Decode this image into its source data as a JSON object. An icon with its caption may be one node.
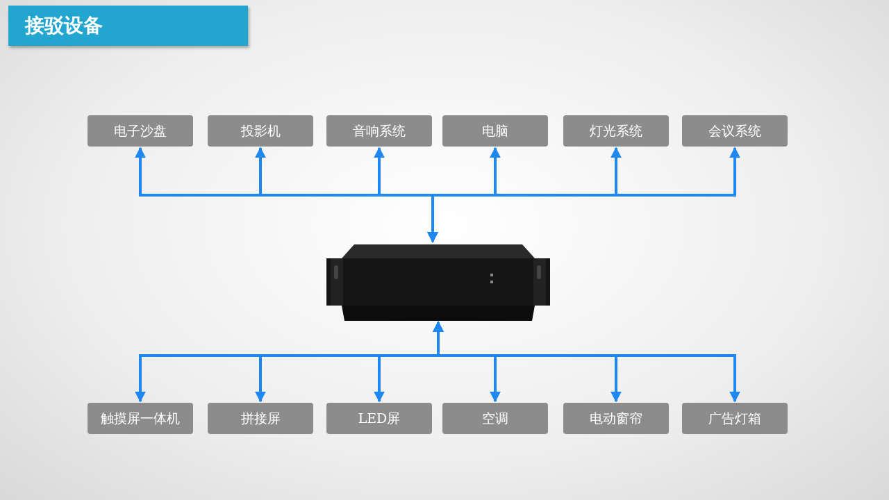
{
  "diagram": {
    "title": "接驳设备",
    "nodes": [
      {
        "text": [
          "电子沙盘"
        ]
      },
      {
        "text": [
          "投影机"
        ]
      },
      {
        "text": [
          "音响系统"
        ]
      },
      {
        "text": [
          "电脑"
        ]
      },
      {
        "text": [
          "灯光系统"
        ]
      },
      {
        "text": [
          "会议系统"
        ]
      },
      {
        "text": [],
        "shape": "picture"
      },
      {
        "text": [
          "触摸屏一体机"
        ]
      },
      {
        "text": [
          "拼接屏"
        ]
      },
      {
        "text": [
          "LED屏"
        ]
      },
      {
        "text": [
          "空调"
        ]
      },
      {
        "text": [
          "电动窗帘"
        ]
      },
      {
        "text": [
          "广告灯箱"
        ]
      }
    ],
    "edges": [
      {
        "from": 6,
        "to": 0,
        "arrow": "both"
      },
      {
        "from": 6,
        "to": 1,
        "arrow": "both"
      },
      {
        "from": 6,
        "to": 2,
        "arrow": "both"
      },
      {
        "from": 6,
        "to": 3,
        "arrow": "both"
      },
      {
        "from": 6,
        "to": 4,
        "arrow": "both"
      },
      {
        "from": 6,
        "to": 5,
        "arrow": "both"
      },
      {
        "from": 6,
        "to": 7,
        "arrow": "both"
      },
      {
        "from": 6,
        "to": 8,
        "arrow": "both"
      },
      {
        "from": 6,
        "to": 9,
        "arrow": "both"
      },
      {
        "from": 6,
        "to": 10,
        "arrow": "both"
      },
      {
        "from": 6,
        "to": 11,
        "arrow": "both"
      },
      {
        "from": 6,
        "to": 12,
        "arrow": "both"
      }
    ]
  }
}
